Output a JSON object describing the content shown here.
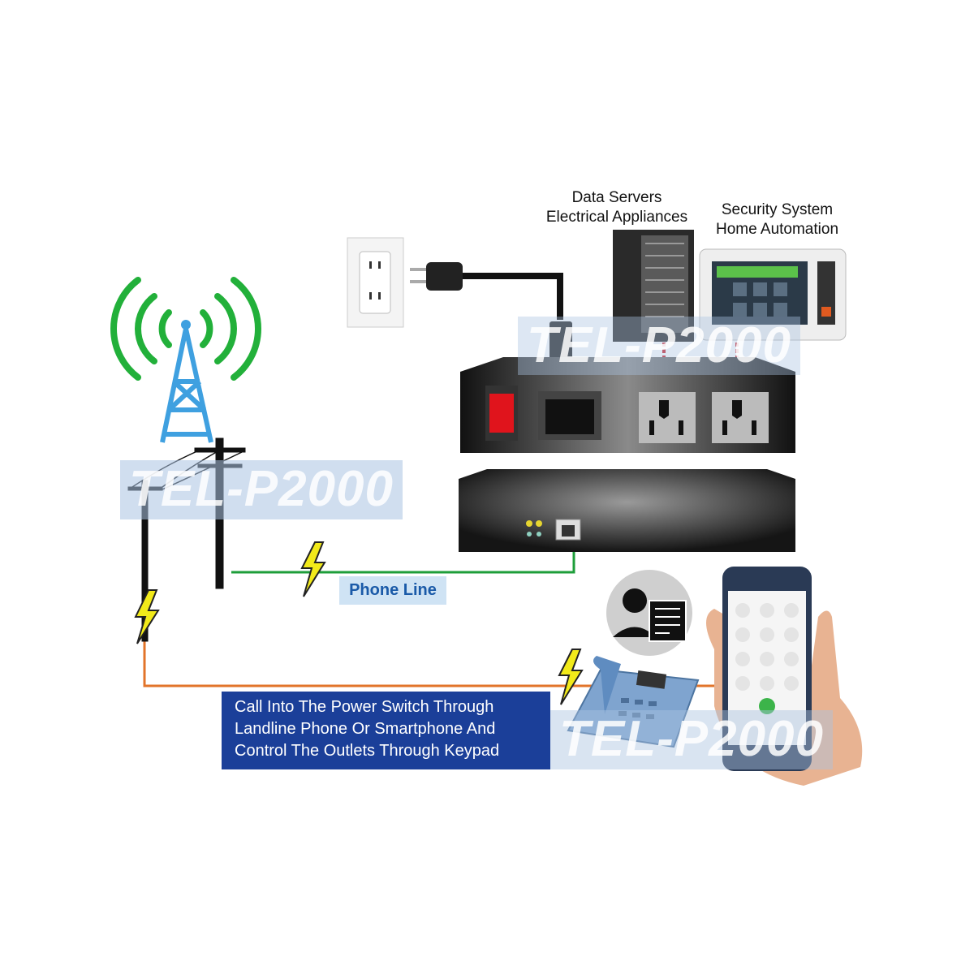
{
  "labels": {
    "servers_line1": "Data Servers",
    "servers_line2": "Electrical Appliances",
    "security_line1": "Security System",
    "security_line2": "Home Automation",
    "phone_line": "Phone Line",
    "call_info": [
      "Call Into The Power Switch Through",
      "Landline Phone Or Smartphone And",
      "Control The Outlets Through Keypad"
    ]
  },
  "watermark": "TEL-P2000",
  "colors": {
    "tower_signal": "#22b03a",
    "tower": "#3fa0e0",
    "phone_line_wire": "#1e9e3a",
    "landline_wire": "#e2742a",
    "call_box": "#1b3f99",
    "power_switch": "#e0141c",
    "lightning": "#f2ea1a"
  },
  "icons": [
    "cell-tower-icon",
    "utility-pole-icon",
    "wall-outlet-icon",
    "power-plug-icon",
    "server-icon",
    "security-panel-icon",
    "power-switch-device",
    "lightning-icon",
    "caller-icon",
    "desk-phone-icon",
    "smartphone-icon"
  ]
}
